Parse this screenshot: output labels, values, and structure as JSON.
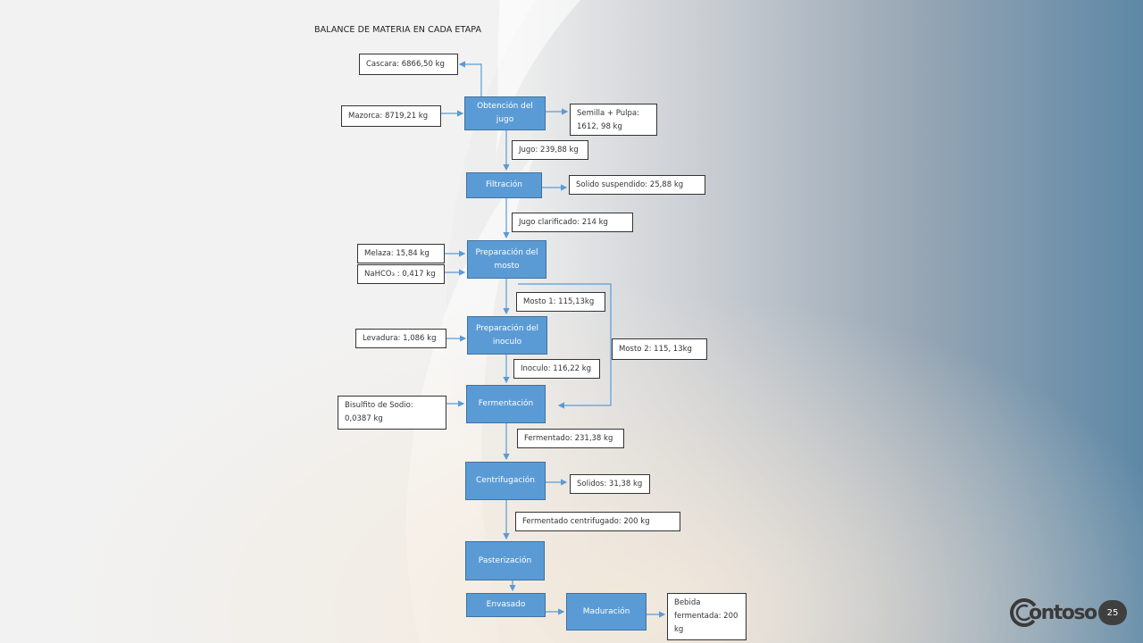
{
  "title": "BALANCE DE MATERIA EN CADA ETAPA",
  "steps": {
    "obtencion": "Obtención del jugo",
    "filtracion": "Filtración",
    "preparacion_mosto": "Preparación del mosto",
    "preparacion_inoculo": "Preparación del inoculo",
    "fermentacion": "Fermentación",
    "centrifugacion": "Centrifugación",
    "pasterizacion": "Pasterización",
    "envasado": "Envasado",
    "maduracion": "Maduración"
  },
  "labels": {
    "cascara": "Cascara: 6866,50 kg",
    "mazorca": "Mazorca: 8719,21 kg",
    "semilla_pulpa": "Semilla + Pulpa: 1612, 98 kg",
    "jugo": "Jugo: 239,88 kg",
    "solido_suspendido": "Solido suspendido: 25,88 kg",
    "jugo_clarificado": "Jugo clarificado: 214 kg",
    "melaza": "Melaza: 15,84 kg",
    "nahco3": "NaHCO₃ : 0,417 kg",
    "mosto1": "Mosto 1: 115,13kg",
    "levadura": "Levadura: 1,086 kg",
    "mosto2": "Mosto 2: 115, 13kg",
    "inoculo": "Inoculo: 116,22 kg",
    "bisulfito": "Bisulfito de Sodio: 0,0387 kg",
    "fermentado": "Fermentado: 231,38 kg",
    "solidos": "Solidos: 31,38 kg",
    "fermentado_centrifugado": "Fermentado centrifugado: 200 kg",
    "bebida": "Bebida fermentada: 200 kg"
  },
  "logo": {
    "text": "ontoso",
    "brand": "Contoso"
  },
  "page_number": "25",
  "colors": {
    "step_fill": "#5b9bd5",
    "step_border": "#41719c",
    "arrow": "#5b9bd5",
    "page_badge": "#3f3f3f"
  }
}
